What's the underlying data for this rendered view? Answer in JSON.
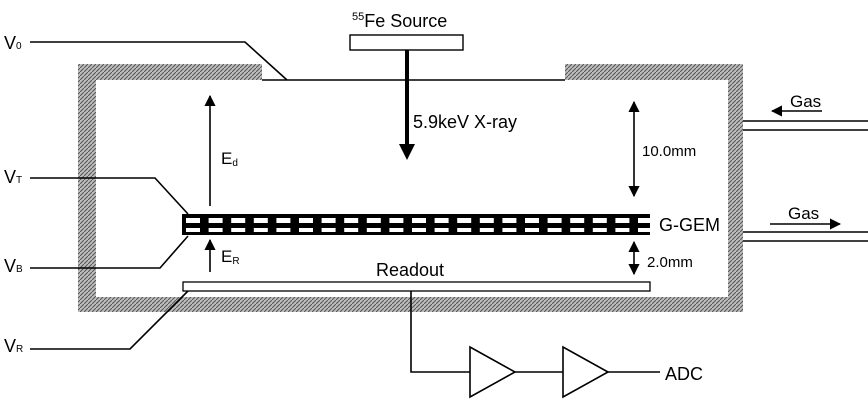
{
  "source": {
    "sup": "55",
    "label": "Fe Source"
  },
  "xray_label": "5.9keV X-ray",
  "electrodes": {
    "v0": {
      "main": "V",
      "sub": "0"
    },
    "vt": {
      "main": "V",
      "sub": "T"
    },
    "vb": {
      "main": "V",
      "sub": "B"
    },
    "vr": {
      "main": "V",
      "sub": "R"
    }
  },
  "fields": {
    "drift": {
      "main": "E",
      "sub": "d"
    },
    "readout": {
      "main": "E",
      "sub": "R"
    }
  },
  "dimensions": {
    "drift_gap": "10.0mm",
    "induction_gap": "2.0mm"
  },
  "gem_label": "G-GEM",
  "gas_in": "Gas",
  "gas_out": "Gas",
  "readout_label": "Readout",
  "adc_label": "ADC",
  "colors": {
    "wall_hatch": "#7a7a7a",
    "line": "#000000"
  }
}
